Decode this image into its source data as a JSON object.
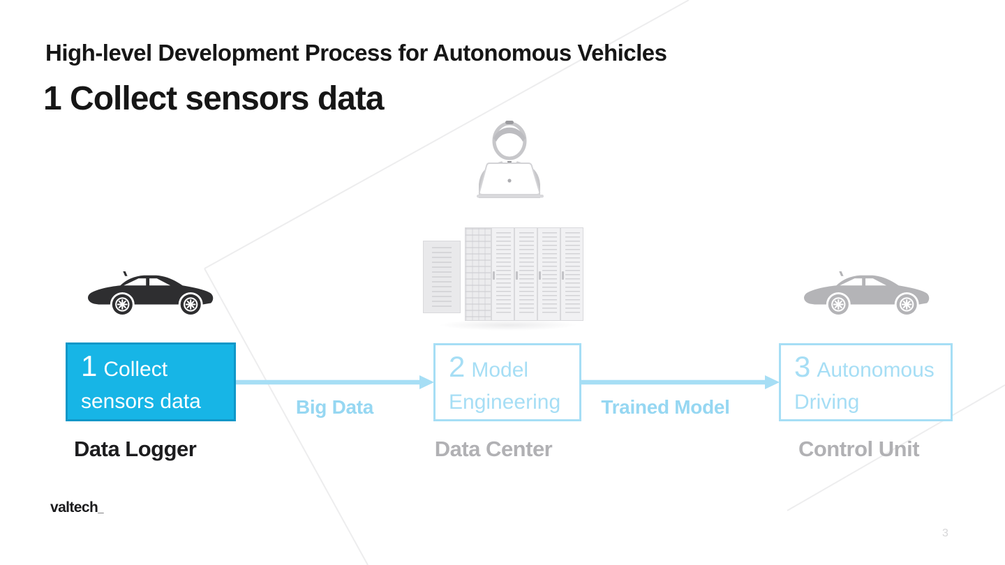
{
  "header": {
    "kicker": "High-level Development Process for Autonomous Vehicles",
    "title": "1 Collect sensors data"
  },
  "process": {
    "steps": [
      {
        "number": "1",
        "line1": "Collect",
        "line2": "sensors data",
        "caption": "Data Logger",
        "state": "active",
        "icon": "black-sedan-car-icon"
      },
      {
        "number": "2",
        "line1": "Model",
        "line2": "Engineering",
        "caption": "Data Center",
        "state": "upcoming",
        "icon": "server-racks-icon"
      },
      {
        "number": "3",
        "line1": "Autonomous",
        "line2": "Driving",
        "caption": "Control Unit",
        "state": "upcoming",
        "icon": "gray-sedan-car-icon"
      }
    ],
    "arrows": [
      {
        "label": "Big Data"
      },
      {
        "label": "Trained Model"
      }
    ],
    "extra_icon": "developer-at-laptop-icon"
  },
  "footer": {
    "logo_text": "valtech",
    "logo_mark": "_",
    "page_number": "3"
  },
  "colors": {
    "accent_cyan": "#17b5e6",
    "accent_cyan_dark": "#0f97c8",
    "accent_light_blue": "#a6def5",
    "arrow_label_blue": "#96d7f2",
    "gray_label": "#b1b1b4",
    "dark_text": "#161616",
    "car_black": "#2e2e30",
    "car_gray": "#b4b4b7",
    "person_gray": "#c7c7ca",
    "watermark_line": "#ededee"
  }
}
